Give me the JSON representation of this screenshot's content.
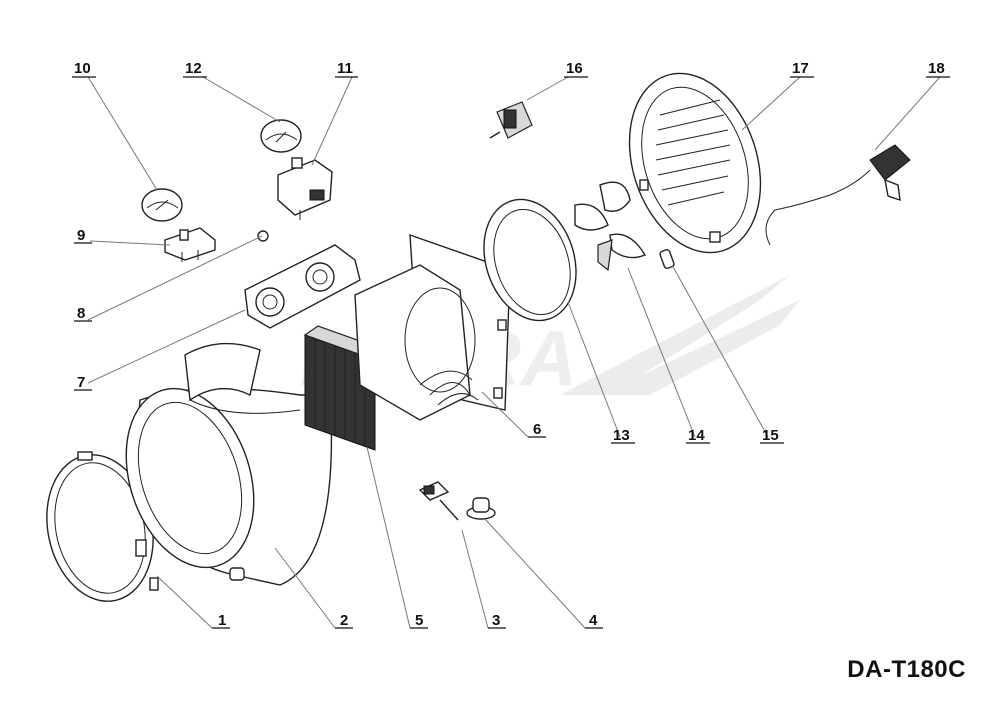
{
  "model_code": "DA-T180C",
  "watermark_text": "DEDRA",
  "callouts": [
    {
      "id": "1",
      "label": "1"
    },
    {
      "id": "2",
      "label": "2"
    },
    {
      "id": "3",
      "label": "3"
    },
    {
      "id": "4",
      "label": "4"
    },
    {
      "id": "5",
      "label": "5"
    },
    {
      "id": "6",
      "label": "6"
    },
    {
      "id": "7",
      "label": "7"
    },
    {
      "id": "8",
      "label": "8"
    },
    {
      "id": "9",
      "label": "9"
    },
    {
      "id": "10",
      "label": "10"
    },
    {
      "id": "11",
      "label": "11"
    },
    {
      "id": "12",
      "label": "12"
    },
    {
      "id": "13",
      "label": "13"
    },
    {
      "id": "14",
      "label": "14"
    },
    {
      "id": "15",
      "label": "15"
    },
    {
      "id": "16",
      "label": "16"
    },
    {
      "id": "17",
      "label": "17"
    },
    {
      "id": "18",
      "label": "18"
    }
  ]
}
